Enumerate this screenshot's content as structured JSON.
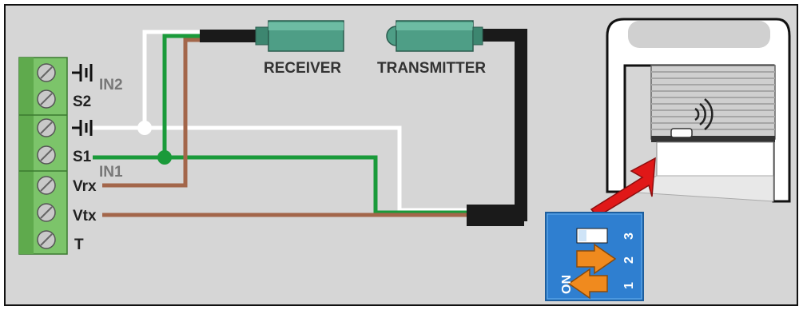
{
  "labels": {
    "receiver": "RECEIVER",
    "transmitter": "TRANSMITTER",
    "in2": "IN2",
    "in1": "IN1",
    "s2": "S2",
    "s1": "S1",
    "vrx": "Vrx",
    "vtx": "Vtx",
    "t": "T"
  },
  "dip_switch": {
    "on_label": "ON",
    "positions": [
      "1",
      "2",
      "3"
    ],
    "states": [
      "ON",
      "ON",
      "OFF"
    ]
  },
  "colors": {
    "background": "#d6d6d6",
    "terminal_block": "#7cc46a",
    "wire_white": "#ffffff",
    "wire_green": "#1a9a3a",
    "wire_brown": "#a3664a",
    "cable_black": "#1a1a1a",
    "photocell_body": "#4e9e86",
    "dip_blue": "#2f7fd0",
    "arrow_orange": "#f08a1e",
    "pointer_red": "#e01818"
  },
  "icons": [
    "battery-symbol-icon",
    "wireless-signal-icon",
    "pointer-arrow-icon"
  ]
}
